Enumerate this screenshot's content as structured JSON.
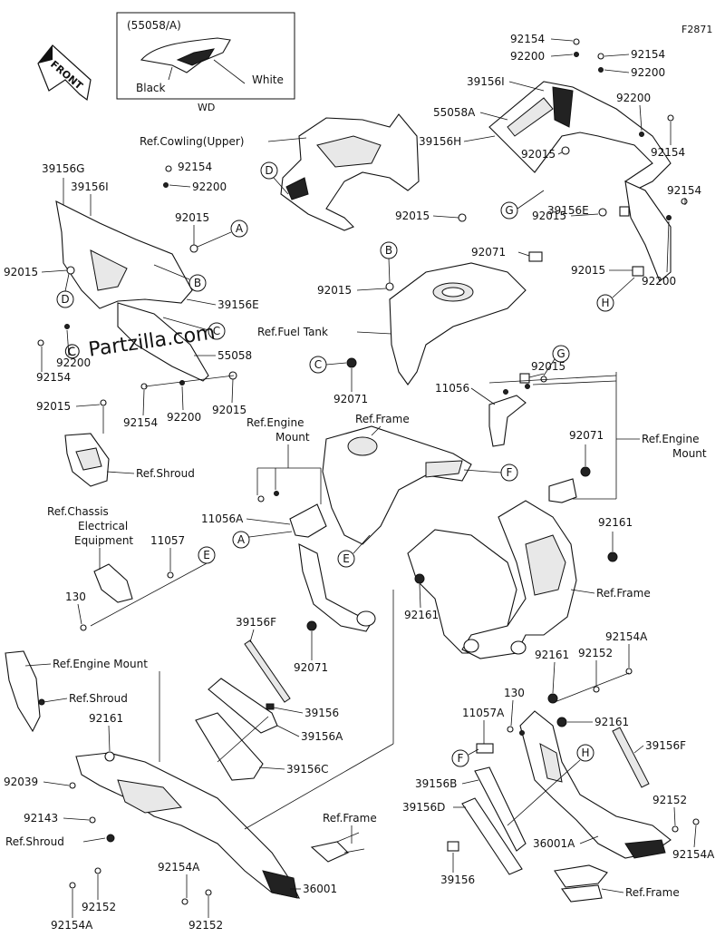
{
  "figure_id": "F2871",
  "front_label": "FRONT",
  "watermark": "© Partzilla.com",
  "inset": {
    "title": "(55058/A)",
    "black_label": "Black",
    "white_label": "White",
    "caption": "WD"
  },
  "labels": {
    "p92154_a": "92154",
    "p92200_a": "92200",
    "p39156I_a": "39156I",
    "p55058A": "55058A",
    "p39156H": "39156H",
    "p92015_a": "92015",
    "p92154_b": "92154",
    "p92200_b": "92200",
    "p92200_c": "92200",
    "p92154_c": "92154",
    "p92015_b": "92015",
    "p39156E_a": "39156E",
    "p92154_d": "92154",
    "p92015_c": "92015",
    "p92200_d": "92200",
    "ref_cowling_upper": "Ref.Cowling(Upper)",
    "p39156G": "39156G",
    "p39156I_b": "39156I",
    "p92154_e": "92154",
    "p92200_e": "92200",
    "p92015_d": "92015",
    "p92015_e": "92015",
    "p39156E_b": "39156E",
    "p92154_f": "92154",
    "p92200_f": "92200",
    "p55058": "55058",
    "p92015_f": "92015",
    "p92154_g": "92154",
    "p92200_g": "92200",
    "p92015_g": "92015",
    "ref_shroud_a": "Ref.Shroud",
    "p92015_h": "92015",
    "p92071_a": "92071",
    "p92015_i": "92015",
    "ref_fuel_tank": "Ref.Fuel Tank",
    "p92071_b": "92071",
    "p92015_j": "92015",
    "p11056": "11056",
    "ref_frame_a": "Ref.Frame",
    "ref_engine_mount_a1": "Ref.Engine",
    "ref_engine_mount_a2": "Mount",
    "ref_engine_mount_b1": "Ref.Engine",
    "ref_engine_mount_b2": "Mount",
    "p92071_c": "92071",
    "p11056A": "11056A",
    "ref_chassis_1": "Ref.Chassis",
    "ref_chassis_2": "Electrical",
    "ref_chassis_3": "Equipment",
    "p11057": "11057",
    "p130_a": "130",
    "p92161_a": "92161",
    "ref_frame_b": "Ref.Frame",
    "p92161_b": "92161",
    "p39156F_a": "39156F",
    "p92071_d": "92071",
    "ref_engine_mount_c": "Ref.Engine Mount",
    "ref_shroud_b": "Ref.Shroud",
    "p92161_c": "92161",
    "p39156": "39156",
    "p39156A": "39156A",
    "p39156C": "39156C",
    "p92039": "92039",
    "p92143": "92143",
    "ref_shroud_c": "Ref.Shroud",
    "ref_frame_c": "Ref.Frame",
    "p36001": "36001",
    "p92154A_a": "92154A",
    "p92152_a": "92152",
    "p92154A_b": "92154A",
    "p92152_b": "92152",
    "p92154A_c": "92154A",
    "p92161_d": "92161",
    "p92152_c": "92152",
    "p130_b": "130",
    "p11057A": "11057A",
    "p92161_e": "92161",
    "p39156F_b": "39156F",
    "p39156B": "39156B",
    "p39156D": "39156D",
    "p92152_d": "92152",
    "p36001A": "36001A",
    "p92154A_d": "92154A",
    "p39156_b": "39156",
    "ref_frame_d": "Ref.Frame"
  },
  "callouts": {
    "A1": "A",
    "B1": "B",
    "C1": "C",
    "D1": "D",
    "D2": "D",
    "G1": "G",
    "H1": "H",
    "B2": "B",
    "C2": "C",
    "G2": "G",
    "F1": "F",
    "E1": "E",
    "A2": "A",
    "E2": "E",
    "F2": "F",
    "H2": "H"
  }
}
